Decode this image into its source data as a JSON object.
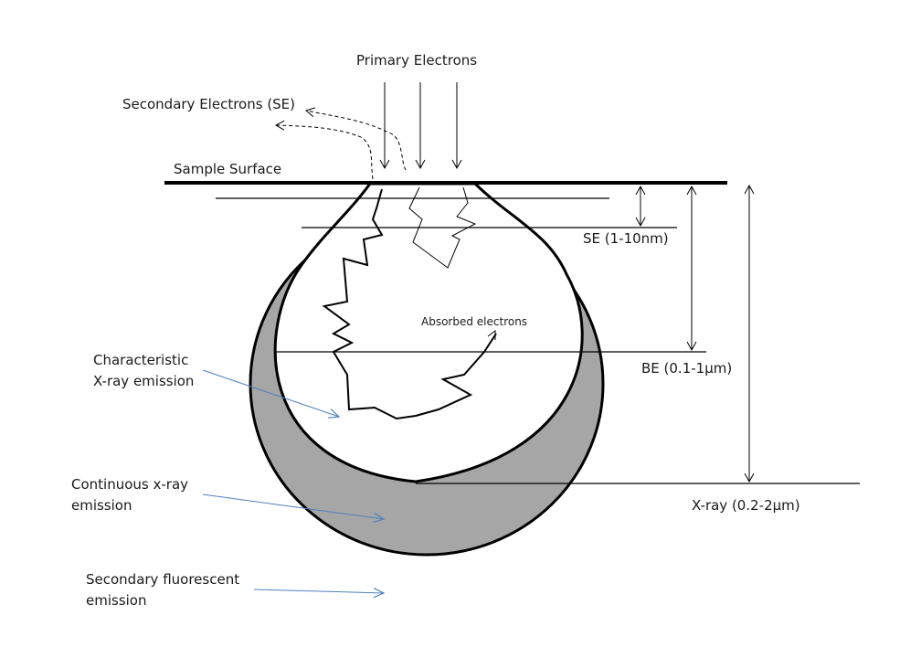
{
  "title": "Electron beam interaction volume",
  "labels": {
    "primary_electrons": "Primary Electrons",
    "secondary_electrons": "Secondary Electrons (SE)",
    "sample_surface": "Sample Surface",
    "se_depth": "SE (1-10nm)",
    "be_depth": "BE (0.1-1µm)",
    "xray_depth": "X-ray (0.2-2µm)",
    "absorbed_electrons": "Absorbed electrons",
    "characteristic_line1": "Characteristic",
    "characteristic_line2": "X-ray emission",
    "continuous_line1": "Continuous x-ray",
    "continuous_line2": "emission",
    "fluorescent_line1": "Secondary fluorescent",
    "fluorescent_line2": "emission"
  },
  "colors": {
    "ink": "#000000",
    "outer_region": "#a6a6a6",
    "inner_region": "#ffffff",
    "callout_arrow": "#4f81bd"
  }
}
